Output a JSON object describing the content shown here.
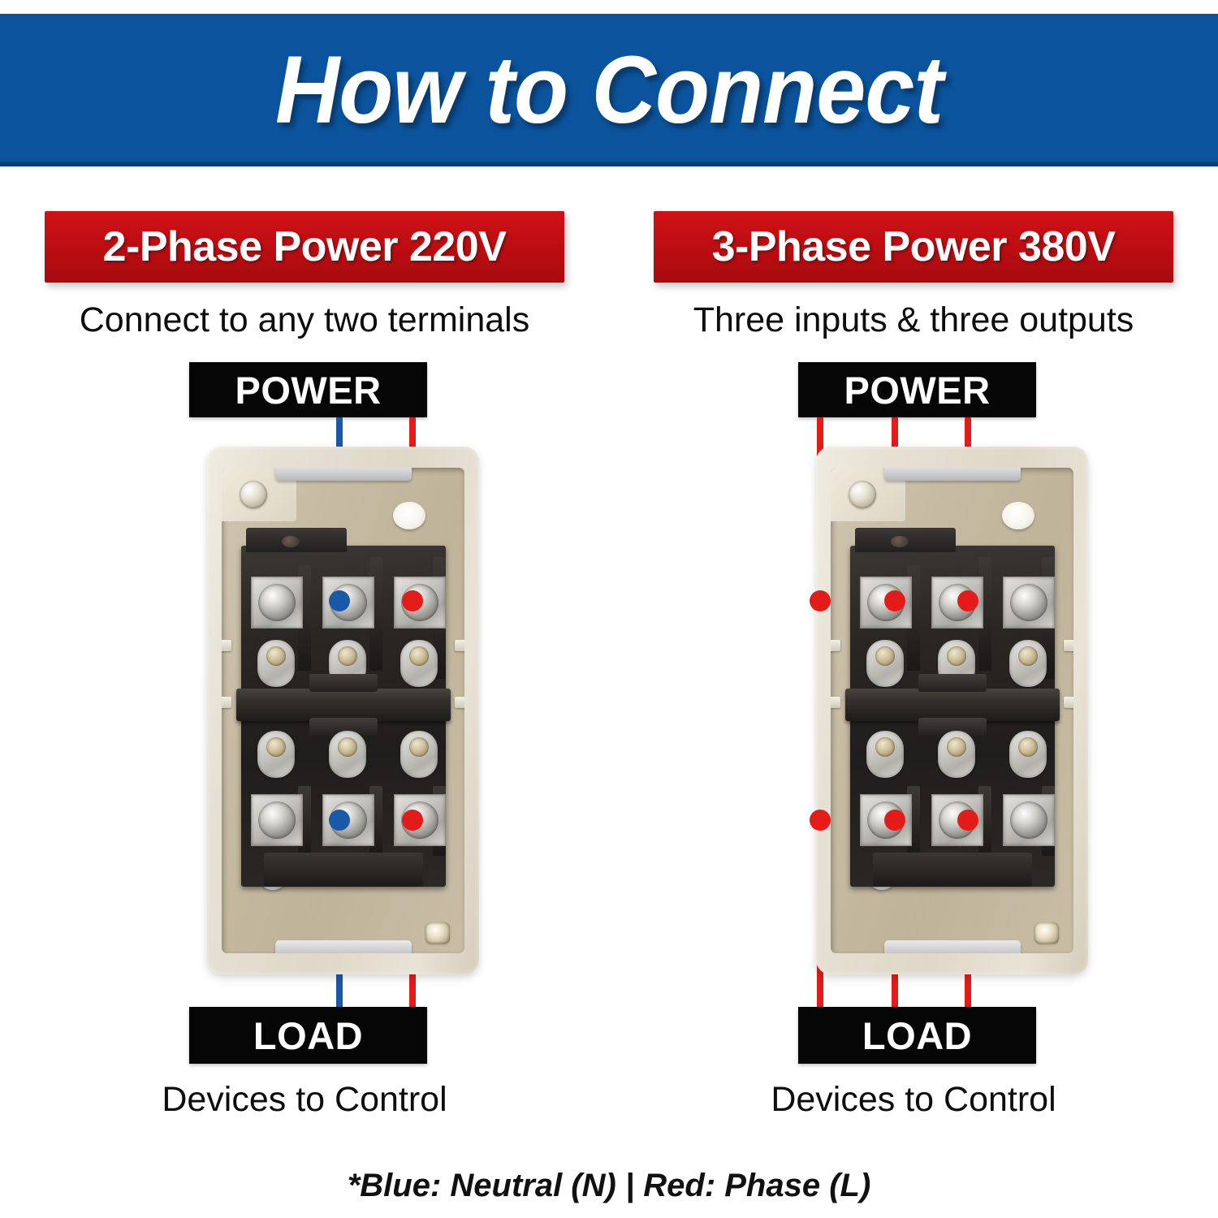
{
  "header": {
    "title": "How to Connect",
    "background_color": "#0b539c",
    "text_color": "#ffffff"
  },
  "colors": {
    "banner_blue": "#0b539c",
    "chip_red": "#bb0d11",
    "wire_red": "#e31b19",
    "wire_blue": "#1a58a8",
    "tag_black": "#060606",
    "case_beige": "#e7e1d4"
  },
  "panels": [
    {
      "id": "two-phase",
      "chip_label": "2-Phase Power 220V",
      "sub_caption": "Connect to any two terminals",
      "power_tag": "POWER",
      "load_tag": "LOAD",
      "foot_caption": "Devices to Control",
      "top_wires": [
        {
          "terminal_index": 1,
          "color": "blue"
        },
        {
          "terminal_index": 2,
          "color": "red"
        }
      ],
      "bottom_wires": [
        {
          "terminal_index": 1,
          "color": "blue"
        },
        {
          "terminal_index": 2,
          "color": "red"
        }
      ]
    },
    {
      "id": "three-phase",
      "chip_label": "3-Phase Power 380V",
      "sub_caption": "Three inputs & three outputs",
      "power_tag": "POWER",
      "load_tag": "LOAD",
      "foot_caption": "Devices to Control",
      "top_wires": [
        {
          "terminal_index": 0,
          "color": "red"
        },
        {
          "terminal_index": 1,
          "color": "red"
        },
        {
          "terminal_index": 2,
          "color": "red"
        }
      ],
      "bottom_wires": [
        {
          "terminal_index": 0,
          "color": "red"
        },
        {
          "terminal_index": 1,
          "color": "red"
        },
        {
          "terminal_index": 2,
          "color": "red"
        }
      ]
    }
  ],
  "footnote": "*Blue: Neutral (N) | Red: Phase (L)"
}
